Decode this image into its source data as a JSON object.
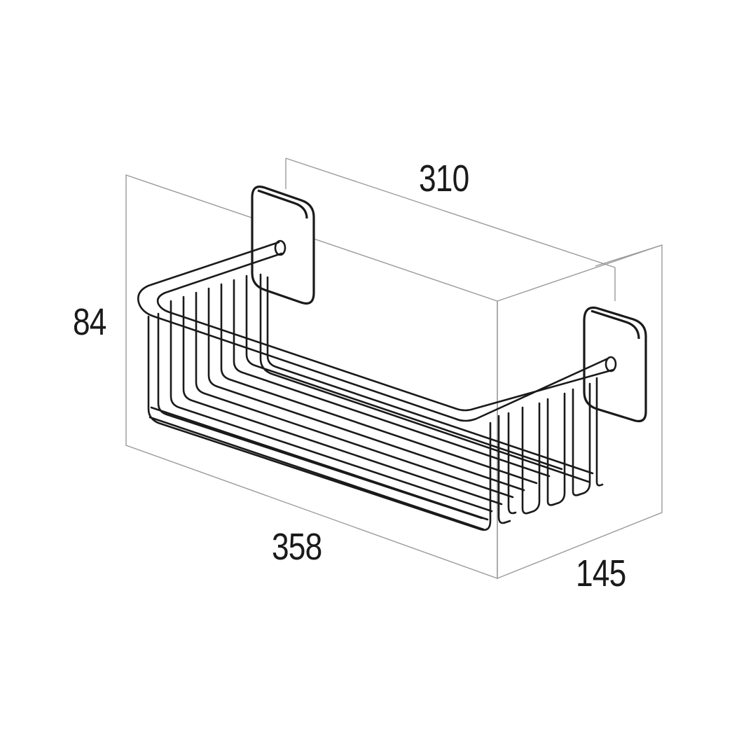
{
  "dimensions": {
    "back_width": "310",
    "height": "84",
    "front_width": "358",
    "depth": "145"
  },
  "colors": {
    "background": "#ffffff",
    "bounding_box_line": "#9a9a9a",
    "product_line": "#1a1a1a",
    "label_text": "#1a1a1a"
  }
}
